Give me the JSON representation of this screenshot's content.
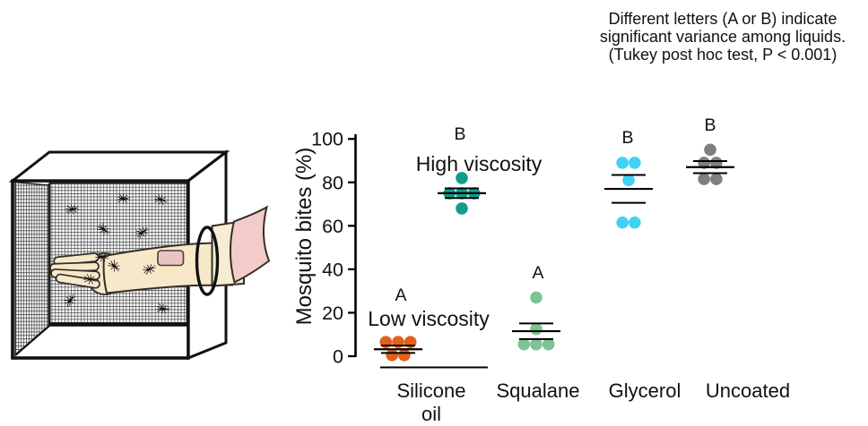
{
  "note": {
    "lines": [
      "Different letters (A or B) indicate",
      "significant variance among liquids.",
      "(Tukey post hoc test, P < 0.001)"
    ]
  },
  "illustration": {
    "subject": "human arm inserted through a round port into a mesh mosquito cage",
    "mosquito_count": 11,
    "colors": {
      "skin": "#f8e8ca",
      "sleeve_pink": "#f3cbc8",
      "forearm_patch": "#eac4c0",
      "outline": "#332e28",
      "mesh_line": "#4a4a4a"
    }
  },
  "chart_data": {
    "type": "scatter",
    "title": "",
    "ylabel": "Mosquito bites (%)",
    "ylim": [
      0,
      100
    ],
    "yticks": [
      0,
      20,
      40,
      60,
      80,
      100
    ],
    "grid": false,
    "x_axis": {
      "shared_label_lines": [
        "Silicone",
        "oil"
      ],
      "labels": [
        "Squalane",
        "Glycerol",
        "Uncoated"
      ]
    },
    "groups": [
      {
        "label": "Silicone oil",
        "annotation": "Low viscosity",
        "letter": "A",
        "color": "#e2601a",
        "points": [
          6.5,
          6.5,
          6.5,
          0.5,
          0.5
        ],
        "mean": 3.2,
        "sem": 1.7
      },
      {
        "label": "Silicone oil",
        "annotation": "High viscosity",
        "letter": "B",
        "color": "#129c8b",
        "points": [
          82,
          75,
          75,
          75,
          68
        ],
        "mean": 75,
        "sem": 2.2
      },
      {
        "label": "Squalane",
        "letter": "A",
        "color": "#7cc493",
        "points": [
          27,
          12.5,
          5.5,
          5.5,
          5.5
        ],
        "mean": 11.5,
        "sem": 3.6
      },
      {
        "label": "Glycerol",
        "letter": "B",
        "color": "#41d1f4",
        "points": [
          89,
          89,
          81,
          61.5,
          61.5
        ],
        "mean": 77,
        "sem": 6.4
      },
      {
        "label": "Uncoated",
        "letter": "B",
        "color": "#7f7f7f",
        "points": [
          95,
          89,
          89,
          81.5,
          81.5
        ],
        "mean": 87,
        "sem": 2.8
      }
    ]
  }
}
